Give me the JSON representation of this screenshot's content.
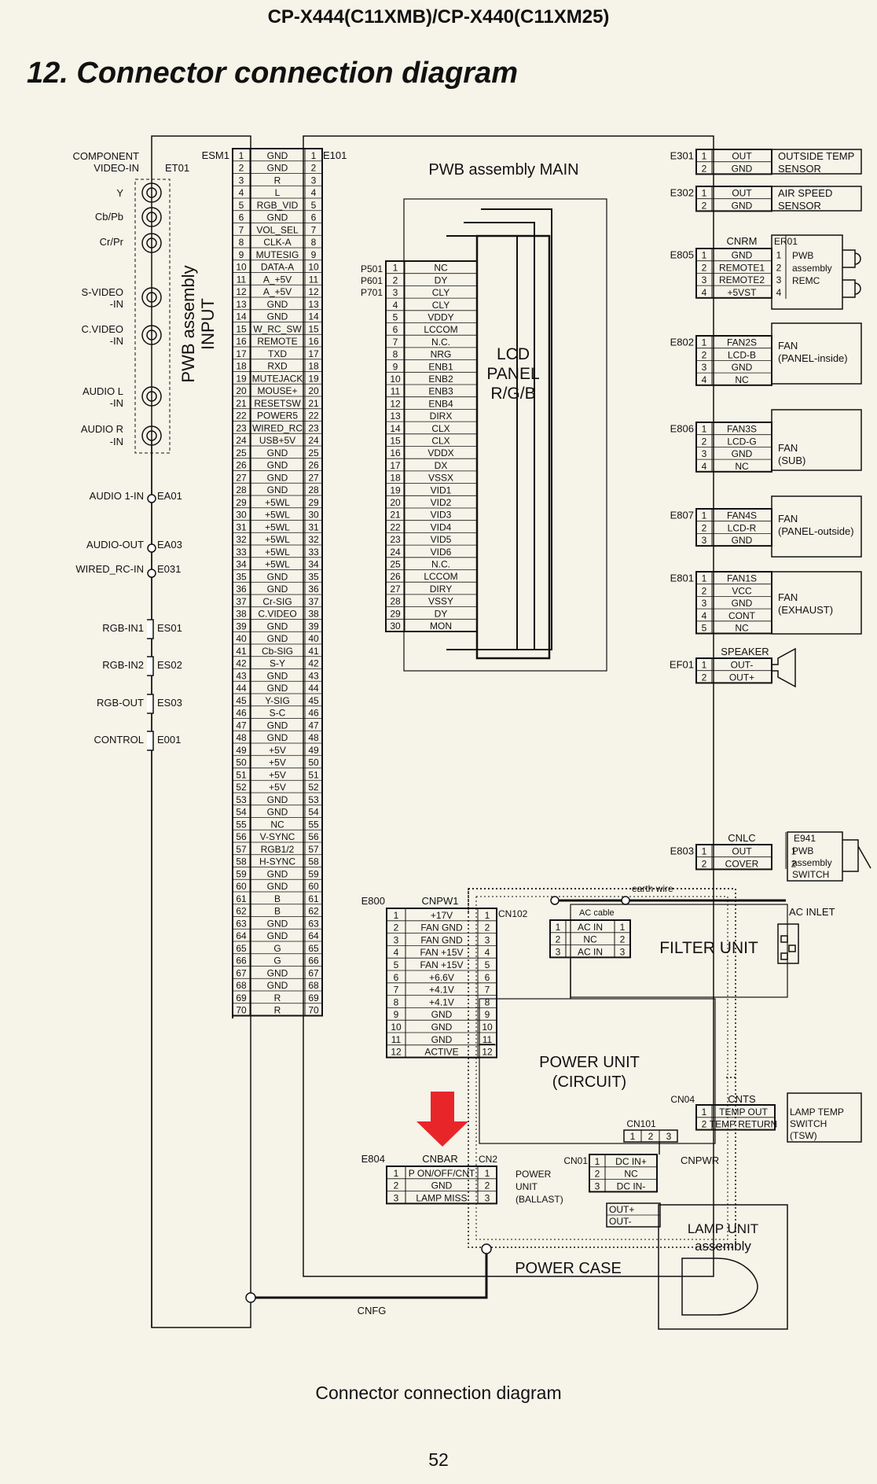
{
  "header": "CP-X444(C11XMB)/CP-X440(C11XM25)",
  "title": "12. Connector connection diagram",
  "caption": "Connector connection diagram",
  "page_number": "52",
  "boards": {
    "input": "PWB assembly INPUT",
    "main": "PWB assembly MAIN",
    "lcd": [
      "LCD",
      "PANEL",
      "R/G/B"
    ],
    "filter": "FILTER UNIT",
    "power_circuit": [
      "POWER UNIT",
      "(CIRCUIT)"
    ],
    "power_case": "POWER CASE",
    "lamp": [
      "LAMP  UNIT",
      "assembly"
    ]
  },
  "input_jacks": [
    {
      "label": "COMPONENT",
      "id": "jack-component"
    },
    {
      "label": "VIDEO-IN",
      "id": "jack-component2"
    },
    {
      "label": "Y"
    },
    {
      "label": "Cb/Pb"
    },
    {
      "label": "Cr/Pr"
    },
    {
      "label": "S-VIDEO"
    },
    {
      "label": "-IN"
    },
    {
      "label": "C.VIDEO"
    },
    {
      "label": "-IN"
    },
    {
      "label": "AUDIO L"
    },
    {
      "label": "-IN"
    },
    {
      "label": "AUDIO R"
    },
    {
      "label": "-IN"
    }
  ],
  "input_connectors": {
    "et01": "ET01",
    "audio1": {
      "label": "AUDIO 1-IN",
      "ref": "EA01"
    },
    "audio_out": {
      "label": "AUDIO-OUT",
      "ref": "EA03"
    },
    "wired": {
      "label": "WIRED_RC-IN",
      "ref": "E031"
    },
    "rgb1": {
      "label": "RGB-IN1",
      "ref": "ES01"
    },
    "rgb2": {
      "label": "RGB-IN2",
      "ref": "ES02"
    },
    "rgbout": {
      "label": "RGB-OUT",
      "ref": "ES03"
    },
    "control": {
      "label": "CONTROL",
      "ref": "E001"
    }
  },
  "esm1": {
    "left_ref": "ESM1",
    "right_ref": "E101",
    "pins": [
      "GND",
      "GND",
      "R",
      "L",
      "RGB_VID",
      "GND",
      "VOL_SEL",
      "CLK-A",
      "MUTESIG",
      "DATA-A",
      "A_+5V",
      "A_+5V",
      "GND",
      "GND",
      "W_RC_SW",
      "REMOTE",
      "TXD",
      "RXD",
      "MUTEJACK",
      "MOUSE+",
      "RESETSW",
      "POWER5",
      "WIRED_RC",
      "USB+5V",
      "GND",
      "GND",
      "GND",
      "GND",
      "+5WL",
      "+5WL",
      "+5WL",
      "+5WL",
      "+5WL",
      "+5WL",
      "GND",
      "GND",
      "Cr-SIG",
      "C.VIDEO",
      "GND",
      "GND",
      "Cb-SIG",
      "S-Y",
      "GND",
      "GND",
      "Y-SIG",
      "S-C",
      "GND",
      "GND",
      "+5V",
      "+5V",
      "+5V",
      "+5V",
      "GND",
      "GND",
      "NC",
      "V-SYNC",
      "RGB1/2",
      "H-SYNC",
      "GND",
      "GND",
      "B",
      "B",
      "GND",
      "GND",
      "G",
      "G",
      "GND",
      "GND",
      "R",
      "R"
    ]
  },
  "lcd_conn": {
    "refs": [
      "P501",
      "P601",
      "P701"
    ],
    "pins": [
      "NC",
      "DY",
      "CLY",
      "CLY",
      "VDDY",
      "LCCOM",
      "N.C.",
      "NRG",
      "ENB1",
      "ENB2",
      "ENB3",
      "ENB4",
      "DIRX",
      "CLX",
      "CLX",
      "VDDX",
      "DX",
      "VSSX",
      "VID1",
      "VID2",
      "VID3",
      "VID4",
      "VID5",
      "VID6",
      "N.C.",
      "LCCOM",
      "DIRY",
      "VSSY",
      "DY",
      "MON"
    ]
  },
  "right_conns": [
    {
      "ref": "E301",
      "pins": [
        "OUT",
        "GND"
      ],
      "desc": [
        "OUTSIDE TEMP",
        "SENSOR"
      ]
    },
    {
      "ref": "E302",
      "pins": [
        "OUT",
        "GND"
      ],
      "desc": [
        "AIR SPEED",
        "SENSOR"
      ]
    },
    {
      "ref": "E805",
      "name": "CNRM",
      "sub": "ER01",
      "pins": [
        "GND",
        "REMOTE1",
        "REMOTE2",
        "+5VST"
      ],
      "desc": [
        "PWB",
        "assembly",
        "REMC"
      ]
    },
    {
      "ref": "E802",
      "pins": [
        "FAN2S",
        "LCD-B",
        "GND",
        "NC"
      ],
      "desc": [
        "FAN",
        "(PANEL-inside)"
      ]
    },
    {
      "ref": "E806",
      "pins": [
        "FAN3S",
        "LCD-G",
        "GND",
        "NC"
      ],
      "desc": [
        "FAN",
        "(SUB)"
      ]
    },
    {
      "ref": "E807",
      "pins": [
        "FAN4S",
        "LCD-R",
        "GND"
      ],
      "desc": [
        "FAN",
        "(PANEL-outside)"
      ]
    },
    {
      "ref": "E801",
      "pins": [
        "FAN1S",
        "VCC",
        "GND",
        "CONT",
        "NC"
      ],
      "desc": [
        "FAN",
        "(EXHAUST)"
      ]
    },
    {
      "ref": "EF01",
      "name": "SPEAKER",
      "pins": [
        "OUT-",
        "OUT+"
      ]
    },
    {
      "ref": "E803",
      "name": "CNLC",
      "sub": "E941",
      "pins": [
        "OUT",
        "COVER"
      ],
      "desc": [
        "PWB",
        "assembly",
        "SWITCH"
      ]
    }
  ],
  "cnpw1": {
    "ref": "E800",
    "name": "CNPW1",
    "right_ref": "CN102",
    "pins": [
      "+17V",
      "FAN GND",
      "FAN GND",
      "FAN +15V",
      "FAN +15V",
      "+6.6V",
      "+4.1V",
      "+4.1V",
      "GND",
      "GND",
      "GND",
      "ACTIVE"
    ]
  },
  "ac": {
    "label": "AC cable",
    "pins": [
      "AC IN",
      "NC",
      "AC IN"
    ],
    "earth": "earth wire",
    "inlet": "AC INLET"
  },
  "cnts": {
    "ref": "CN04",
    "name": "CNTS",
    "pins": [
      "TEMP OUT",
      "TEMP RETURN"
    ],
    "desc": [
      "LAMP TEMP",
      "SWITCH",
      "(TSW)"
    ]
  },
  "cnbar": {
    "ref": "E804",
    "name": "CNBAR",
    "right_ref": "CN2",
    "pins": [
      "P ON/OFF/CNT",
      "GND",
      "LAMP MISS"
    ],
    "desc": [
      "POWER",
      "UNIT",
      "(BALLAST)"
    ]
  },
  "cnpwr": {
    "ref": "CN01",
    "name": "CNPWR",
    "top": "CN101",
    "pins": [
      "DC IN+",
      "NC",
      "DC IN-"
    ],
    "lamp_pins": [
      "OUT+",
      "OUT-"
    ]
  },
  "cnfg": "CNFG",
  "colors": {
    "line": "#111111",
    "arrow": "#e8262a",
    "bg": "#f6f3e8"
  }
}
